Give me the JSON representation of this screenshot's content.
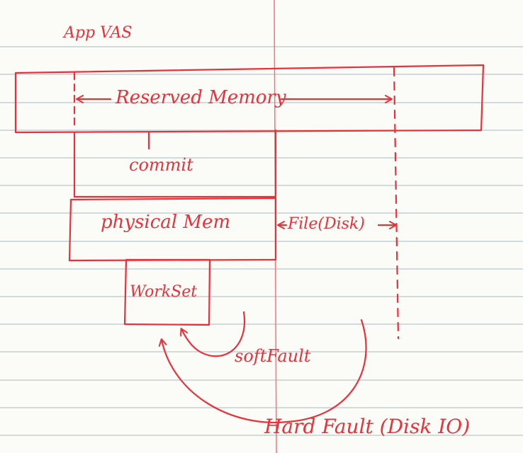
{
  "colors": {
    "paper": "#fbfbf8",
    "rule_line": "#b9c6cf",
    "margin_line": "#ff6f7b",
    "ink": "#e8323a"
  },
  "labels": {
    "title": "App VAS",
    "reserved": "Reserved Memory",
    "commit": "commit",
    "physical": "physical Mem",
    "file": "File(Disk)",
    "workset": "WorkSet",
    "soft_fault": "softFault",
    "hard_fault": "Hard Fault (Disk IO)"
  }
}
